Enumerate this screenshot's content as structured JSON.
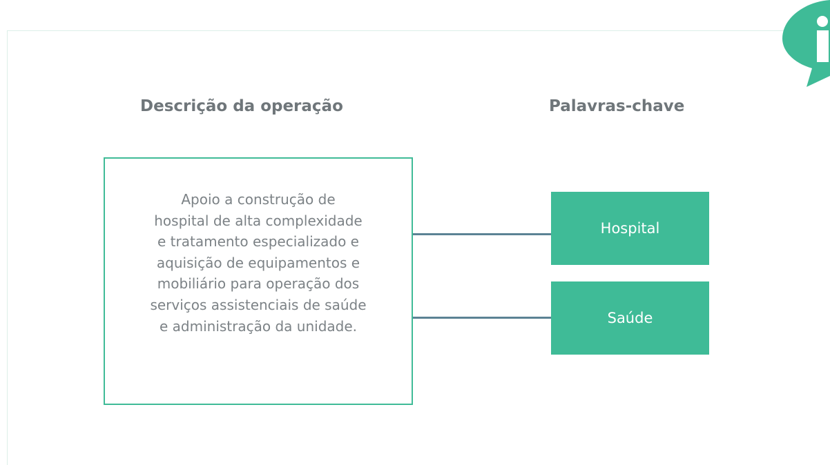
{
  "headings": {
    "description": "Descrição da operação",
    "keywords": "Palavras-chave"
  },
  "description": {
    "text": "Apoio a construção de\nhospital de alta complexidade\ne tratamento especializado e\naquisição de equipamentos e\nmobiliário para operação dos\nserviços assistenciais de saúde\ne administração da unidade."
  },
  "keywords": [
    "Hospital",
    "Saúde"
  ],
  "info_icon": {
    "name": "info-speech-bubble-icon",
    "glyph": "i"
  },
  "colors": {
    "accent": "#3fbb97",
    "connector": "#5b8294",
    "heading_text": "#6f767a",
    "body_text": "#7c8286"
  }
}
